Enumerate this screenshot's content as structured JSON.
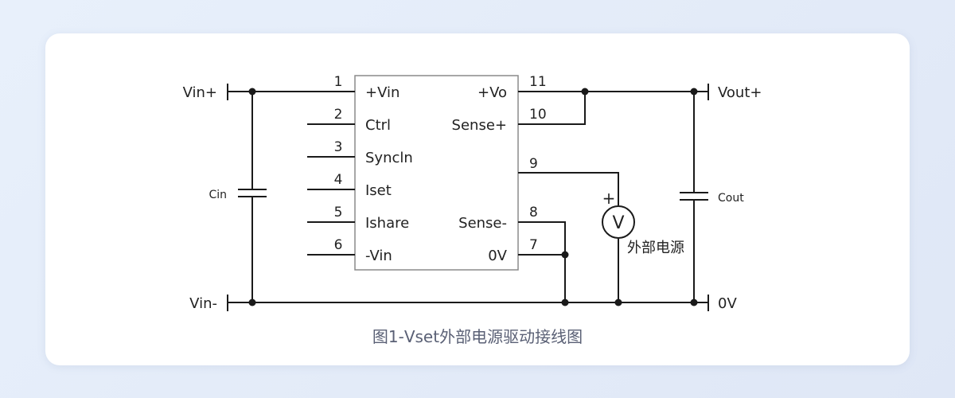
{
  "diagram": {
    "ic_pins_left": [
      {
        "num": "1",
        "label": "+Vin"
      },
      {
        "num": "2",
        "label": "Ctrl"
      },
      {
        "num": "3",
        "label": "Syncln"
      },
      {
        "num": "4",
        "label": "Iset"
      },
      {
        "num": "5",
        "label": "Ishare"
      },
      {
        "num": "6",
        "label": "-Vin"
      }
    ],
    "ic_pins_right": [
      {
        "num": "11",
        "label": "+Vo"
      },
      {
        "num": "10",
        "label": "Sense+"
      },
      {
        "num": "9",
        "label": ""
      },
      {
        "num": "8",
        "label": "Sense-"
      },
      {
        "num": "7",
        "label": "0V"
      }
    ],
    "terminals": {
      "vin_plus": "Vin+",
      "vin_minus": "Vin-",
      "vout_plus": "Vout+",
      "zero_v": "0V"
    },
    "capacitors": {
      "cin": "Cin",
      "cout": "Cout"
    },
    "voltmeter": {
      "symbol": "V",
      "plus": "+",
      "label": "外部电源"
    },
    "caption": "图1-Vset外部电源驱动接线图"
  }
}
